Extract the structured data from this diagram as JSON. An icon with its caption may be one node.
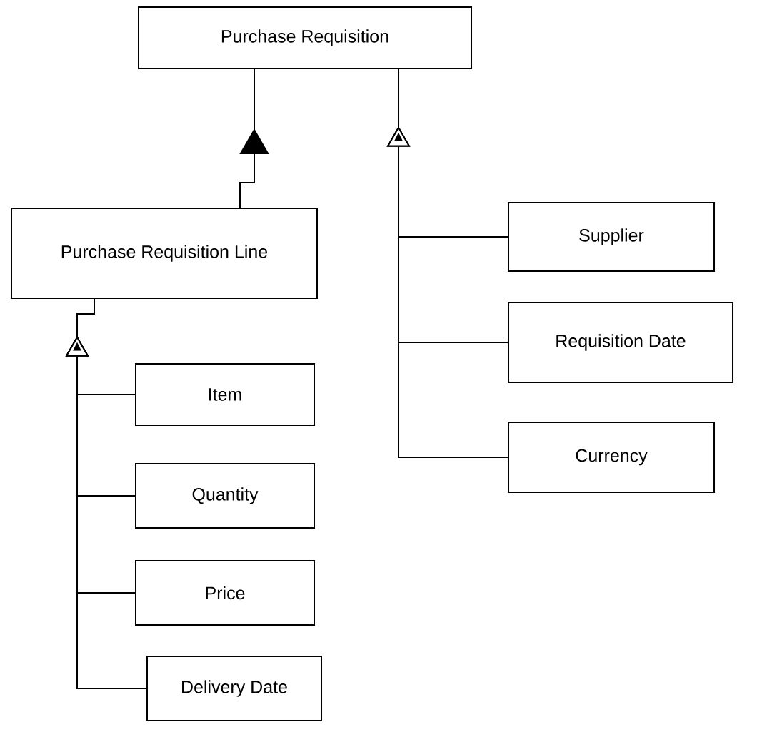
{
  "diagram": {
    "nodes": [
      {
        "text": [
          "Purchase Requisition"
        ]
      },
      {
        "text": [
          "Purchase Requisition Line"
        ]
      },
      {
        "text": [
          "Supplier"
        ]
      },
      {
        "text": [
          "Requisition Date"
        ]
      },
      {
        "text": [
          "Currency"
        ]
      },
      {
        "text": [
          "Item"
        ]
      },
      {
        "text": [
          "Quantity"
        ]
      },
      {
        "text": [
          "Price"
        ]
      },
      {
        "text": [
          "Delivery Date"
        ]
      }
    ],
    "edges": [
      {
        "from": 1,
        "to": 0,
        "arrow": "to"
      },
      {
        "from": 2,
        "to": 0,
        "arrow": "to"
      },
      {
        "from": 3,
        "to": 0,
        "arrow": "to"
      },
      {
        "from": 4,
        "to": 0,
        "arrow": "to"
      },
      {
        "from": 5,
        "to": 1,
        "arrow": "to"
      },
      {
        "from": 6,
        "to": 1,
        "arrow": "to"
      },
      {
        "from": 7,
        "to": 1,
        "arrow": "to"
      },
      {
        "from": 8,
        "to": 1,
        "arrow": "to"
      }
    ]
  }
}
